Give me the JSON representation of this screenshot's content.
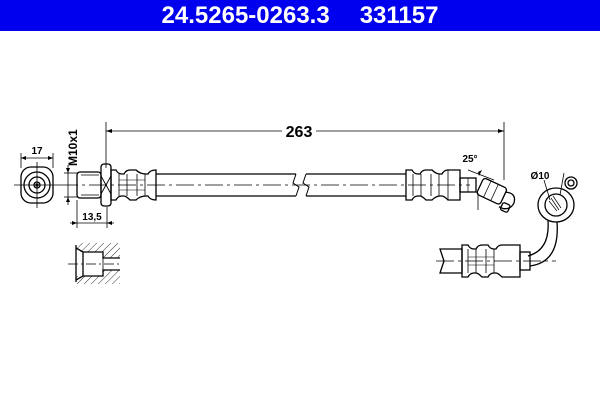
{
  "header": {
    "part_number": "24.5265-0263.3",
    "ref_number": "331157",
    "background_color": "#0000ee",
    "text_color": "#ffffff"
  },
  "drawing": {
    "length_label": "263",
    "thread_label": "M10x1",
    "hex_width_label": "17",
    "fitting_length_label": "13,5",
    "angle_label": "25°",
    "diameter_label": "Ø10"
  }
}
